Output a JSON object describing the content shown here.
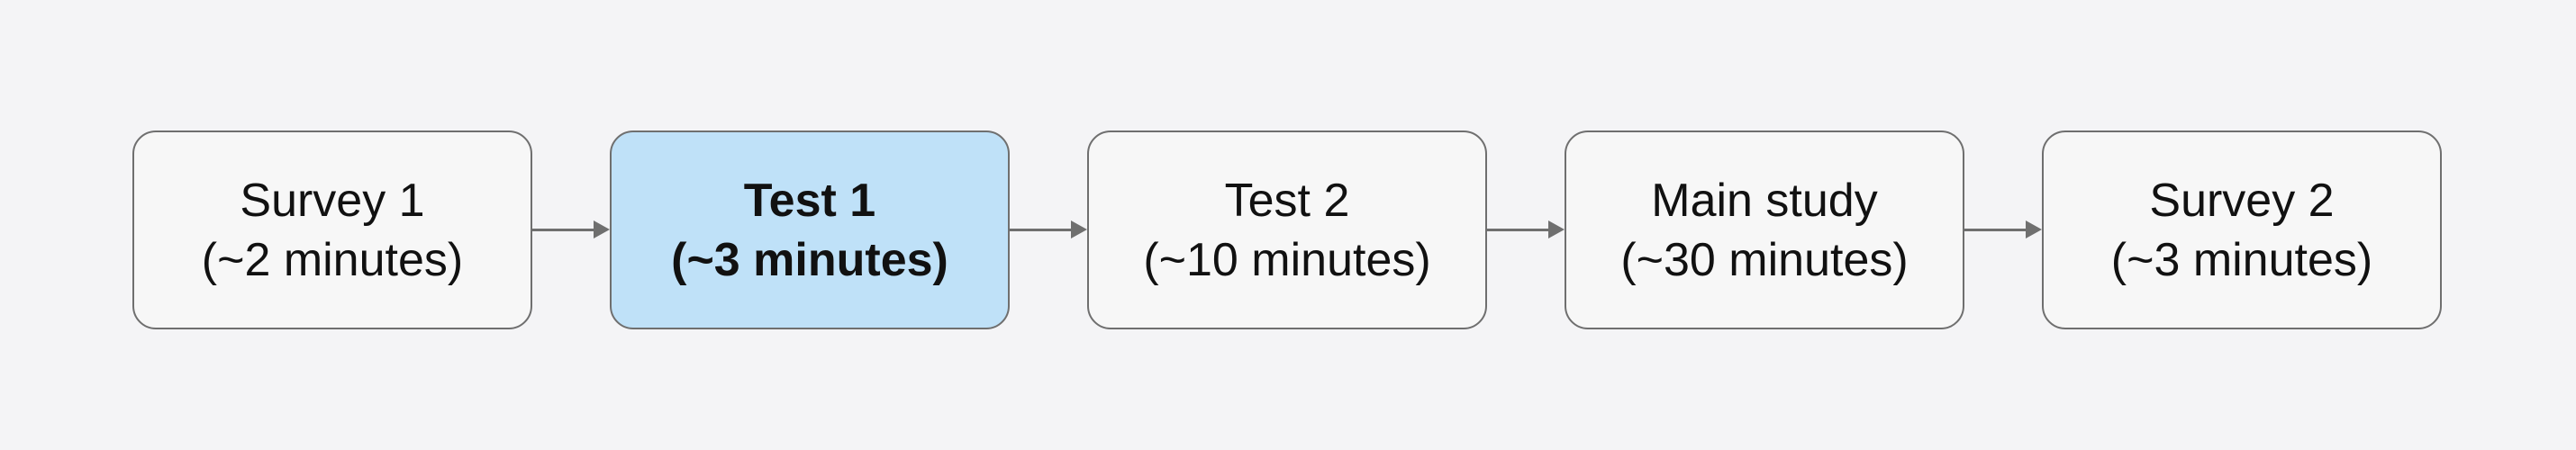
{
  "diagram": {
    "steps": [
      {
        "title": "Survey 1",
        "duration": "(~2 minutes)",
        "active": false
      },
      {
        "title": "Test 1",
        "duration": "(~3 minutes)",
        "active": true
      },
      {
        "title": "Test 2",
        "duration": "(~10 minutes)",
        "active": false
      },
      {
        "title": "Main study",
        "duration": "(~30 minutes)",
        "active": false
      },
      {
        "title": "Survey 2",
        "duration": "(~3 minutes)",
        "active": false
      }
    ],
    "colors": {
      "background": "#f4f4f6",
      "box_fill": "#f7f7f7",
      "active_fill": "#bfe1f8",
      "border": "#6f6f6f",
      "text": "#111111"
    }
  }
}
